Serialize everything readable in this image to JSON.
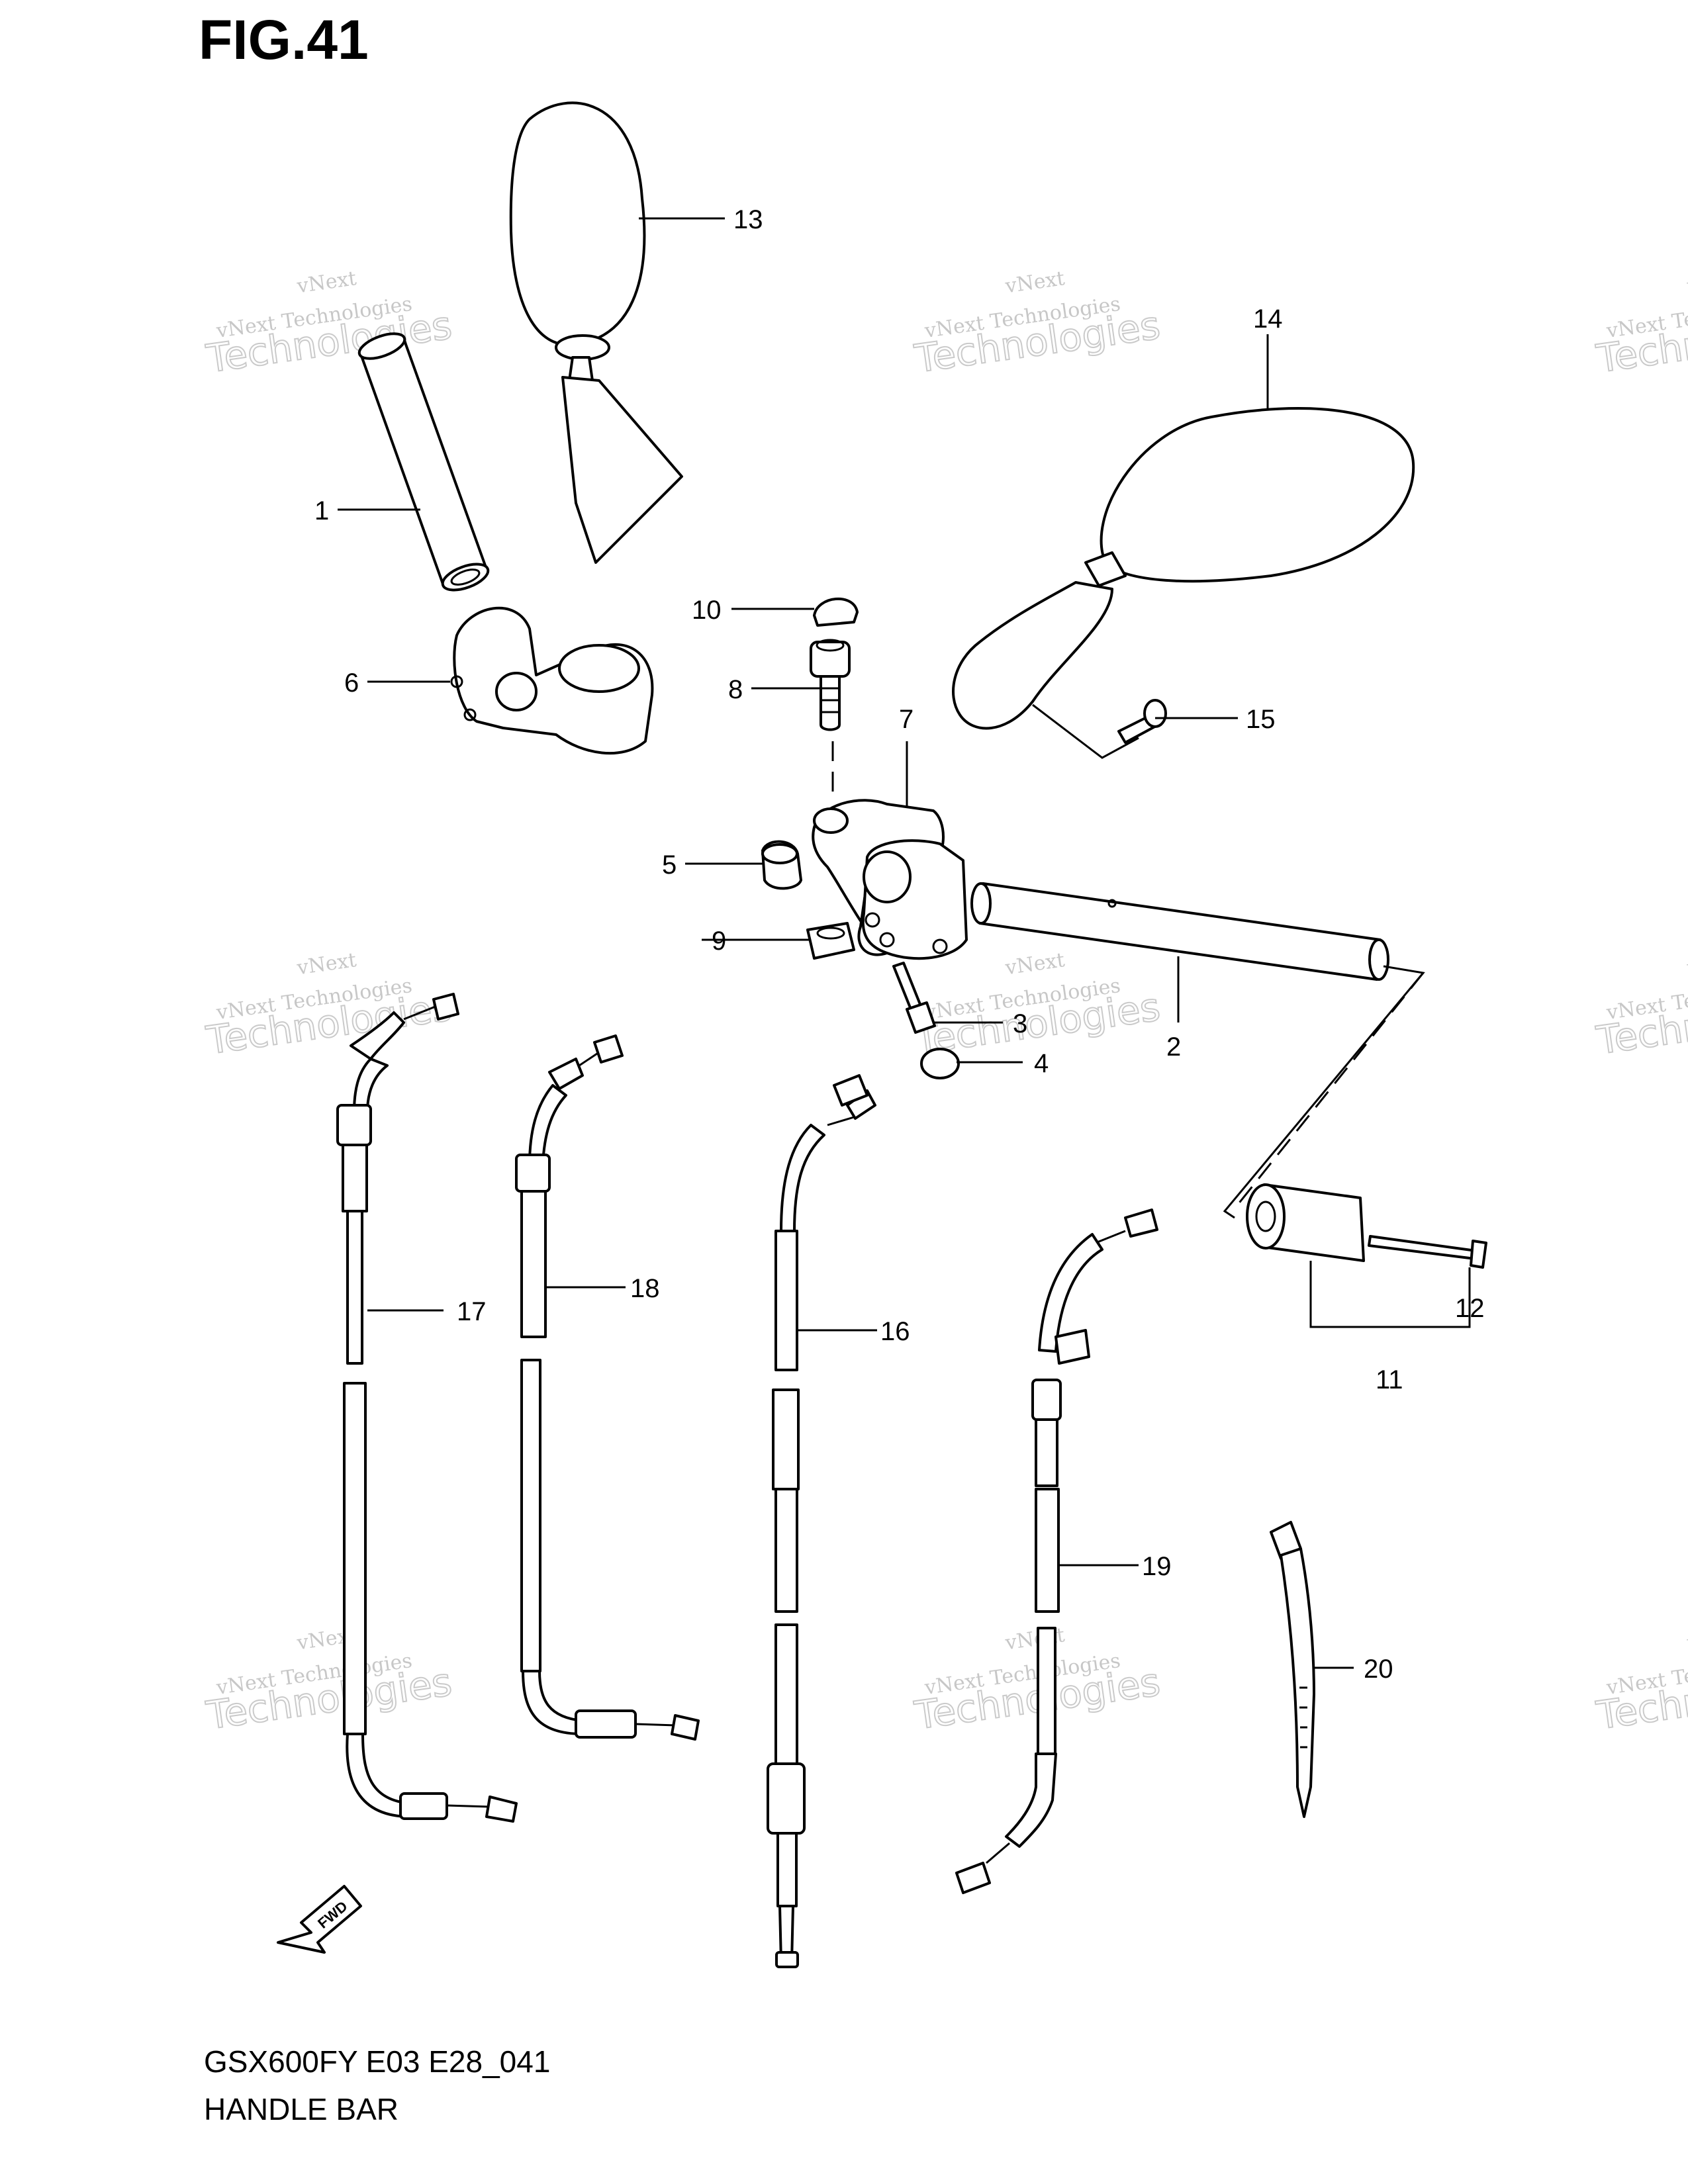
{
  "figure": {
    "title": "FIG.41",
    "model": "GSX600FY E03 E28_041",
    "name": "HANDLE BAR"
  },
  "fwd_label": "FWD",
  "watermark": {
    "line1": "vNext",
    "line2": "vNext Technologies",
    "line3": "Technologies"
  },
  "callouts": [
    "1",
    "2",
    "3",
    "4",
    "5",
    "6",
    "7",
    "8",
    "9",
    "10",
    "11",
    "12",
    "13",
    "14",
    "15",
    "16",
    "17",
    "18",
    "19",
    "20"
  ]
}
